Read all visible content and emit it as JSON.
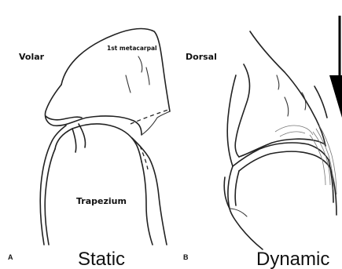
{
  "panel_a": {
    "letter": "A",
    "caption": "Static",
    "labels": {
      "volar": "Volar",
      "metacarpal": "1st metacarpal",
      "trapezium": "Trapezium"
    }
  },
  "panel_b": {
    "letter": "B",
    "caption": "Dynamic",
    "labels": {
      "dorsal": "Dorsal"
    }
  },
  "icons": {
    "force_arrow": "downward-arrow-icon"
  }
}
